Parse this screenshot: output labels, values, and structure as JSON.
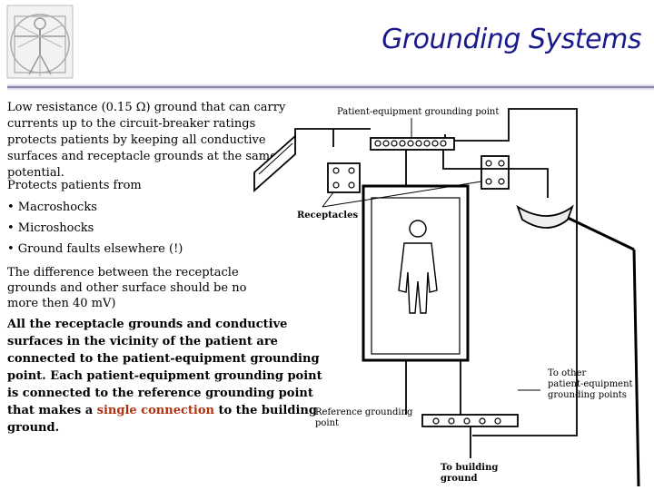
{
  "slide": {
    "title": "Grounding Systems",
    "p1": "Low resistance (0.15 Ω) ground that can carry currents up to the circuit-breaker ratings protects patients by keeping all conductive surfaces and receptacle grounds at the same potential.",
    "p2": "Protects patients from",
    "bullets": [
      "• Macroshocks",
      "• Microshocks",
      "• Ground faults elsewhere (!)"
    ],
    "p3": "The difference between the receptacle grounds and other surface should be no more then 40 mV)",
    "p4_a": "All the receptacle grounds and conductive surfaces in the vicinity of the patient are connected to the patient-equipment grounding point. Each patient-equipment grounding point is connected to the reference grounding point that makes a ",
    "p4_red": "single connection",
    "p4_b": " to the building ground."
  },
  "figure": {
    "label_patient_point": "Patient-equipment grounding point",
    "label_receptacles": "Receptacles",
    "label_other_1": "To other",
    "label_other_2": "patient-equipment",
    "label_other_3": "grounding points",
    "label_ref_1": "Reference grounding",
    "label_ref_2": "point",
    "label_building_1": "To building",
    "label_building_2": "ground"
  },
  "colors": {
    "title": "#1a1a8c",
    "highlight": "#b03010"
  }
}
